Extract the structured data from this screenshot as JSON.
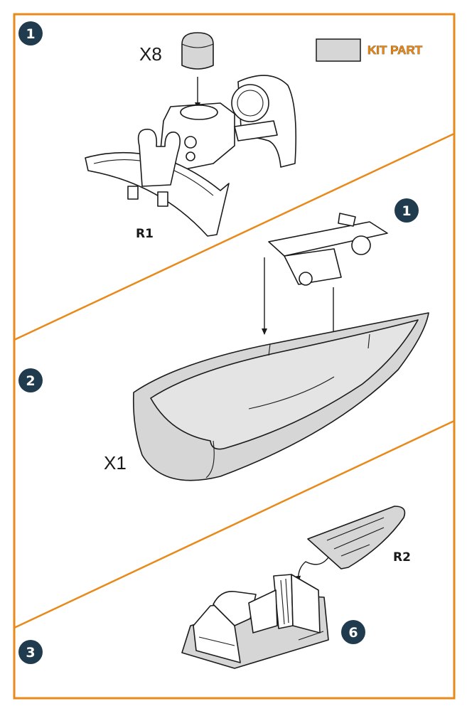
{
  "colors": {
    "frame": "#e8891a",
    "badge": "#1f3b4d",
    "kit_part_fill": "#d6d6d6",
    "ink": "#1a1a1a"
  },
  "legend": {
    "label": "KIT PART",
    "swatch": "kit-part-swatch"
  },
  "steps": [
    {
      "number": "1",
      "badge_icon": "step-badge"
    },
    {
      "number": "2",
      "badge_icon": "step-badge"
    },
    {
      "number": "3",
      "badge_icon": "step-badge"
    }
  ],
  "step1": {
    "quantity": "X8",
    "part_code": "R1"
  },
  "step2": {
    "subassembly_ref": "1",
    "quantity": "X1"
  },
  "step3": {
    "part_code": "R2",
    "subassembly_ref": "6"
  },
  "footer": {
    "text": ""
  }
}
